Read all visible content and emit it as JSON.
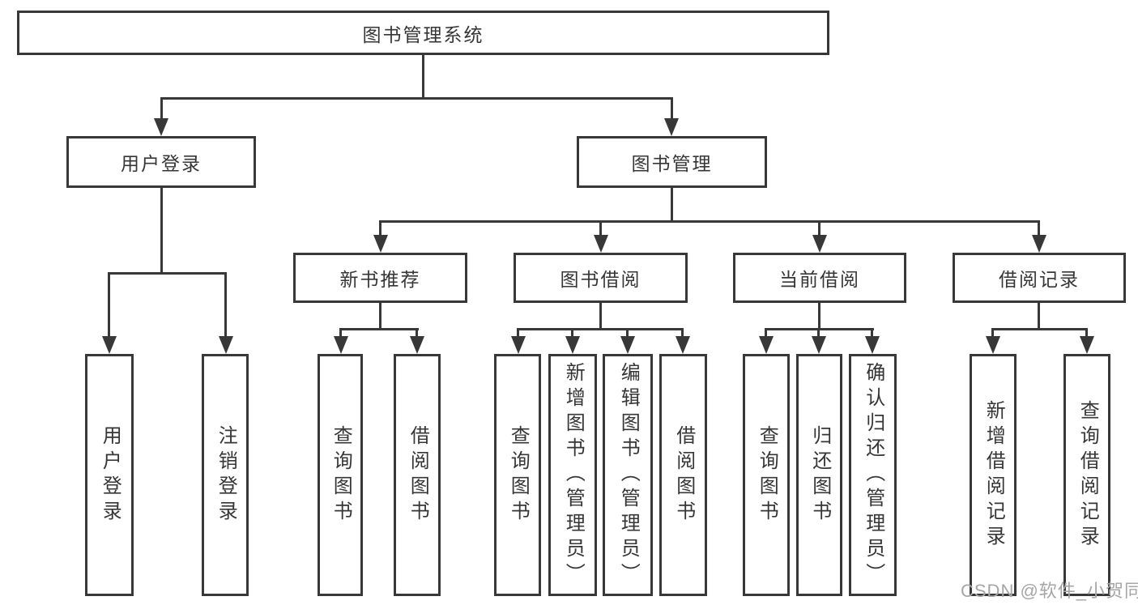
{
  "diagram": {
    "root": {
      "label": "图书管理系统"
    },
    "level1": [
      {
        "label": "用户登录"
      },
      {
        "label": "图书管理"
      }
    ],
    "level2": [
      {
        "label": "新书推荐"
      },
      {
        "label": "图书借阅"
      },
      {
        "label": "当前借阅"
      },
      {
        "label": "借阅记录"
      }
    ],
    "leaves": {
      "user_login": [
        "用户登录",
        "注销登录"
      ],
      "new_book_recommend": [
        "查询图书",
        "借阅图书"
      ],
      "book_borrow": [
        "查询图书",
        "新增图书（管理员）",
        "编辑图书（管理员）",
        "借阅图书"
      ],
      "current_borrow": [
        "查询图书",
        "归还图书",
        "确认归还（管理员）"
      ],
      "borrow_records": [
        "新增借阅记录",
        "查询借阅记录"
      ]
    }
  },
  "watermark": {
    "text": "CSDN @软件_小贺同学"
  },
  "colors": {
    "line": "#383838",
    "text": "#363636",
    "watermark": "#a6a6a6",
    "background": "#ffffff"
  }
}
